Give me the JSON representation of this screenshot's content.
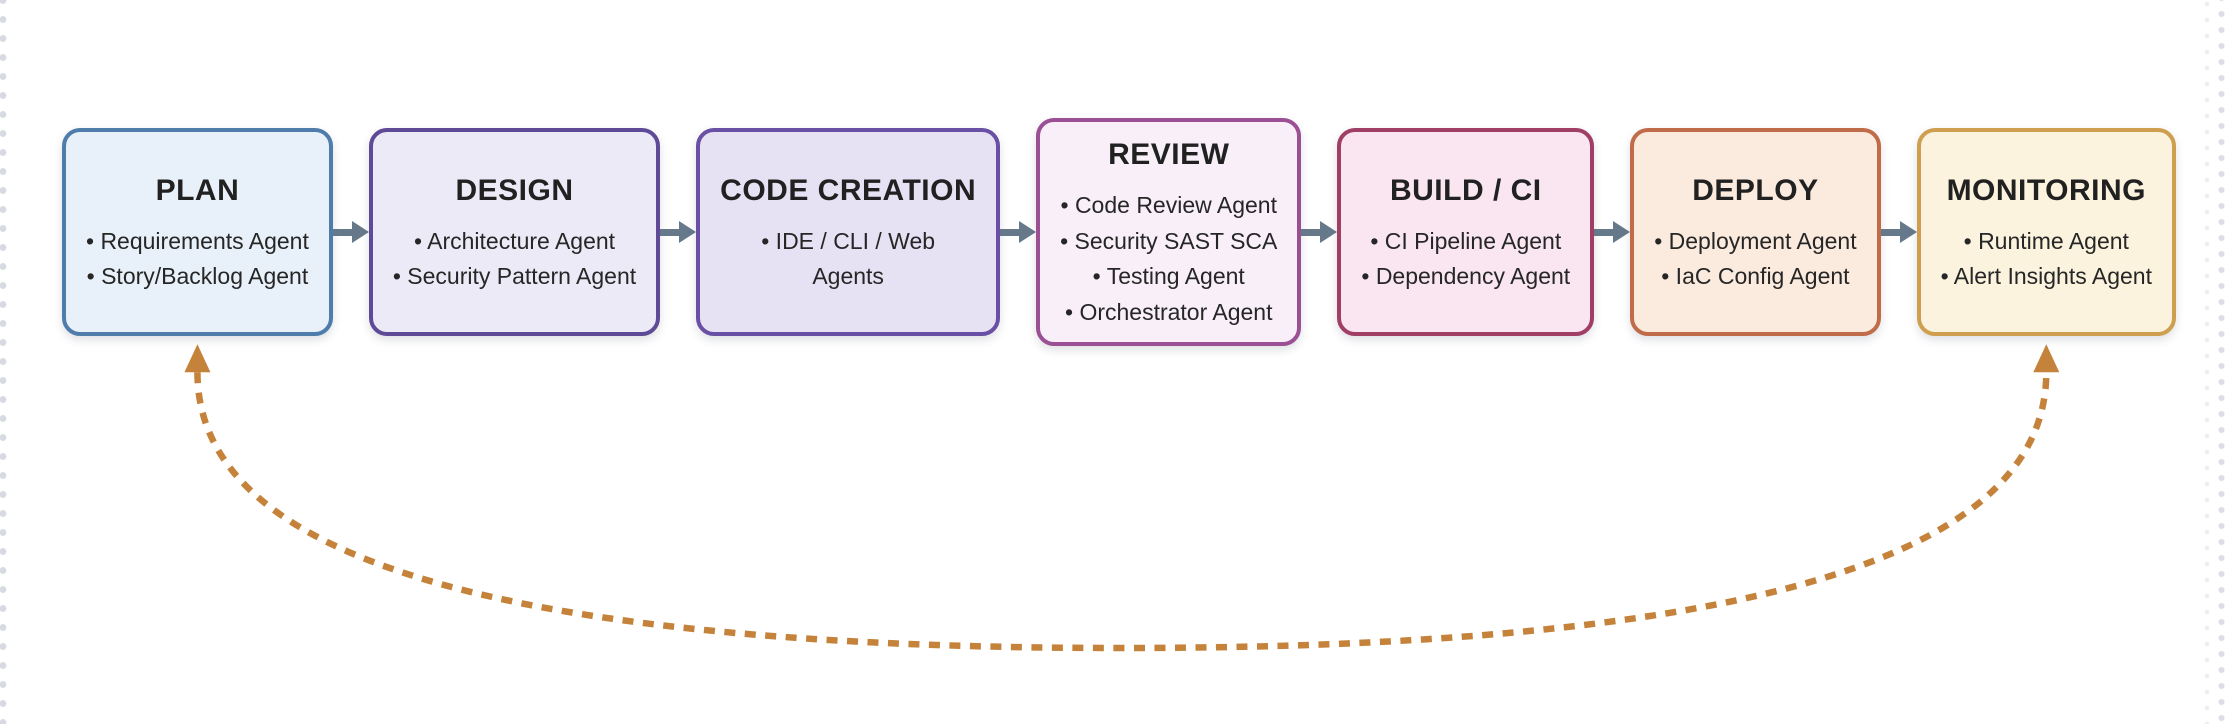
{
  "pipeline": {
    "bullet_char": "•",
    "arrow_color": "#66798b",
    "feedback": {
      "color": "#c5823a",
      "style": "dashed",
      "connects": [
        "PLAN",
        "MONITORING"
      ],
      "arrowheads": [
        "PLAN",
        "MONITORING"
      ]
    },
    "stages": [
      {
        "id": "plan",
        "title": "PLAN",
        "fill": "#e8f1f9",
        "border": "#4e7dab",
        "bullets": [
          {
            "text": "Requirements Agent",
            "bullet": true
          },
          {
            "text": "Story/Backlog Agent",
            "bullet": true
          }
        ]
      },
      {
        "id": "design",
        "title": "DESIGN",
        "fill": "#edeaf8",
        "border": "#5e4a96",
        "bullets": [
          {
            "text": "Architecture Agent",
            "bullet": true
          },
          {
            "text": "Security Pattern Agent",
            "bullet": true
          }
        ]
      },
      {
        "id": "code-creation",
        "title": "CODE CREATION",
        "fill": "#e7e1f4",
        "border": "#6950a4",
        "bullets": [
          {
            "text": "IDE / CLI / Web",
            "bullet": true
          },
          {
            "text": "Agents",
            "bullet": false
          }
        ]
      },
      {
        "id": "review",
        "title": "REVIEW",
        "fill": "#f8eff8",
        "border": "#9b4f94",
        "bullets": [
          {
            "text": "Code Review Agent",
            "bullet": true
          },
          {
            "text": "Security SAST SCA",
            "bullet": true
          },
          {
            "text": "Testing Agent",
            "bullet": true
          },
          {
            "text": "Orchestrator Agent",
            "bullet": true
          }
        ]
      },
      {
        "id": "build-ci",
        "title": "BUILD / CI",
        "fill": "#f9e6f0",
        "border": "#a03e66",
        "bullets": [
          {
            "text": "CI Pipeline Agent",
            "bullet": true
          },
          {
            "text": "Dependency Agent",
            "bullet": true
          }
        ]
      },
      {
        "id": "deploy",
        "title": "DEPLOY",
        "fill": "#fbeade",
        "border": "#c06c48",
        "bullets": [
          {
            "text": "Deployment Agent",
            "bullet": true
          },
          {
            "text": "IaC Config Agent",
            "bullet": true
          }
        ]
      },
      {
        "id": "monitoring",
        "title": "MONITORING",
        "fill": "#fbf3de",
        "border": "#cf9f50",
        "bullets": [
          {
            "text": "Runtime Agent",
            "bullet": true
          },
          {
            "text": "Alert Insights Agent",
            "bullet": true
          }
        ]
      }
    ]
  }
}
